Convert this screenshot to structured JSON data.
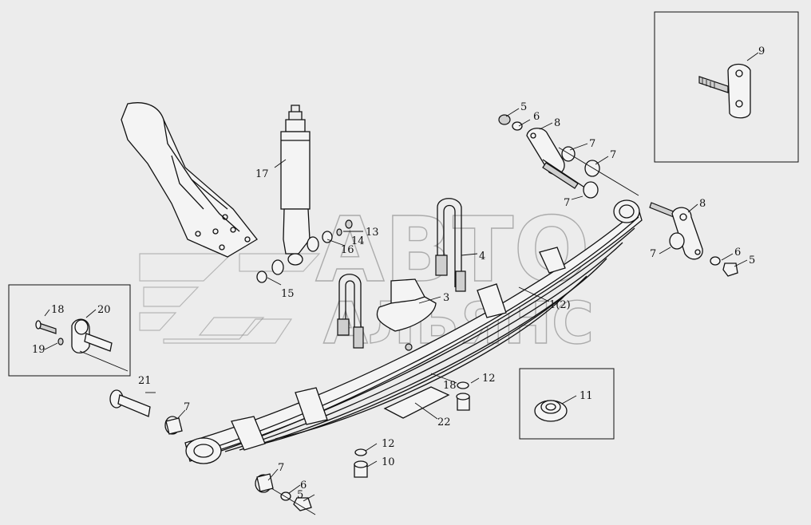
{
  "watermark": {
    "line1": "АВТО",
    "line2": "АЛЬЯНС"
  },
  "callouts": {
    "c1": "1(2)",
    "c3": "3",
    "c4": "4",
    "c5a": "5",
    "c5b": "5",
    "c5c": "5",
    "c6a": "6",
    "c6b": "6",
    "c6c": "6",
    "c7a": "7",
    "c7b": "7",
    "c7c": "7",
    "c7d": "7",
    "c7e": "7",
    "c7f": "7",
    "c8a": "8",
    "c8b": "8",
    "c9": "9",
    "c10": "10",
    "c11": "11",
    "c12a": "12",
    "c12b": "12",
    "c13": "13",
    "c14": "14",
    "c15": "15",
    "c16": "16",
    "c17": "17",
    "c18a": "18",
    "c18b": "18",
    "c19": "19",
    "c20": "20",
    "c21": "21",
    "c22": "22"
  }
}
